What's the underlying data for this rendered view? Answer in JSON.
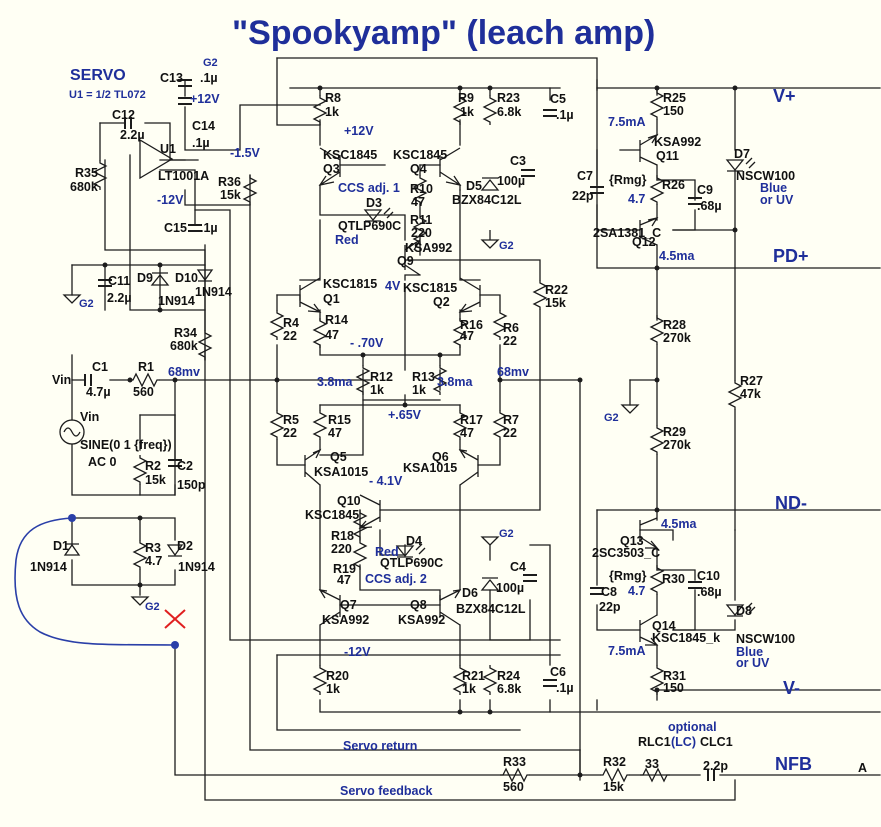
{
  "title": "\"Spookyamp\" (leach amp)",
  "servo": {
    "heading": "SERVO",
    "note": "U1 = 1/2 TL072"
  },
  "nets": {
    "v_plus": "V+",
    "pd_plus": "PD+",
    "nd_minus": "ND-",
    "v_minus": "V-",
    "nfb": "NFB",
    "a": "A",
    "vin": "Vin",
    "g2": "G2"
  },
  "voltages": {
    "plus12_top": "+12V",
    "plus12_mid": "+12V",
    "minus1_5": "-1.5V",
    "minus12_left": "-12V",
    "minus12_bottom": "-12V",
    "mv68_left": "68mv",
    "mv68_right": "68mv",
    "minus070": "- .70V",
    "plus065": "+.65V",
    "minus4_1": "- 4.1V",
    "v4": "4V",
    "ma3_8_left": "3.8ma",
    "ma3_8_right": "3.8ma",
    "ma7_5_top": "7.5mA",
    "ma4_5_top": "4.5ma",
    "ma4_5_bot": "4.5ma",
    "ma7_5_bot": "7.5mA"
  },
  "components": {
    "C13": {
      "ref": "C13",
      "val": ".1µ"
    },
    "C12": {
      "ref": "C12",
      "val": "2.2µ"
    },
    "C14": {
      "ref": "C14",
      "val": ".1µ"
    },
    "R35": {
      "ref": "R35",
      "val": "680k"
    },
    "U1": {
      "ref": "U1",
      "val": "LT1001A"
    },
    "R36": {
      "ref": "R36",
      "val": "15k"
    },
    "C15": {
      "ref": "C15",
      "val": ".1µ"
    },
    "C11": {
      "ref": "C11",
      "val": "2.2µ"
    },
    "D9": {
      "ref": "D9",
      "val": "1N914"
    },
    "D10": {
      "ref": "D10",
      "val": "1N914"
    },
    "R34": {
      "ref": "R34",
      "val": "680k"
    },
    "C1": {
      "ref": "C1",
      "val": "4.7µ"
    },
    "R1": {
      "ref": "R1",
      "val": "560"
    },
    "Vin": {
      "ref": "Vin",
      "val": "SINE(0 1 {freq})",
      "ac": "AC 0"
    },
    "R2": {
      "ref": "R2",
      "val": "15k"
    },
    "C2": {
      "ref": "C2",
      "val": "150p"
    },
    "D1": {
      "ref": "D1",
      "val": "1N914"
    },
    "R3": {
      "ref": "R3",
      "val": "4.7"
    },
    "D2": {
      "ref": "D2",
      "val": "1N914"
    },
    "R8": {
      "ref": "R8",
      "val": "1k"
    },
    "R9": {
      "ref": "R9",
      "val": "1k"
    },
    "R23": {
      "ref": "R23",
      "val": "6.8k"
    },
    "C5": {
      "ref": "C5",
      "val": ".1µ"
    },
    "Q3": {
      "ref": "Q3",
      "val": "KSC1845"
    },
    "Q4": {
      "ref": "Q4",
      "val": "KSC1845"
    },
    "C3": {
      "ref": "C3",
      "val": "100µ"
    },
    "R10": {
      "ref": "R10",
      "val": "47"
    },
    "D5": {
      "ref": "D5",
      "val": "BZX84C12L"
    },
    "D3": {
      "ref": "D3",
      "val": "QTLP690C",
      "color": "Red"
    },
    "R11": {
      "ref": "R11",
      "val": "220"
    },
    "Q9": {
      "ref": "Q9",
      "val": "KSA992"
    },
    "Q1": {
      "ref": "Q1",
      "val": "KSC1815"
    },
    "Q2": {
      "ref": "Q2",
      "val": "KSC1815"
    },
    "R22": {
      "ref": "R22",
      "val": "15k"
    },
    "R4": {
      "ref": "R4",
      "val": "22"
    },
    "R14": {
      "ref": "R14",
      "val": "47"
    },
    "R16": {
      "ref": "R16",
      "val": "47"
    },
    "R6": {
      "ref": "R6",
      "val": "22"
    },
    "R12": {
      "ref": "R12",
      "val": "1k"
    },
    "R13": {
      "ref": "R13",
      "val": "1k"
    },
    "R5": {
      "ref": "R5",
      "val": "22"
    },
    "R15": {
      "ref": "R15",
      "val": "47"
    },
    "R17": {
      "ref": "R17",
      "val": "47"
    },
    "R7": {
      "ref": "R7",
      "val": "22"
    },
    "Q5": {
      "ref": "Q5",
      "val": "KSA1015"
    },
    "Q6": {
      "ref": "Q6",
      "val": "KSA1015"
    },
    "Q10": {
      "ref": "Q10",
      "val": "KSC1845"
    },
    "R18": {
      "ref": "R18",
      "val": "220"
    },
    "D4": {
      "ref": "D4",
      "val": "QTLP690C",
      "color": "Red"
    },
    "R19": {
      "ref": "R19",
      "val": "47"
    },
    "C4": {
      "ref": "C4",
      "val": "100µ"
    },
    "D6": {
      "ref": "D6",
      "val": "BZX84C12L"
    },
    "Q7": {
      "ref": "Q7",
      "val": "KSA992"
    },
    "Q8": {
      "ref": "Q8",
      "val": "KSA992"
    },
    "R20": {
      "ref": "R20",
      "val": "1k"
    },
    "R21": {
      "ref": "R21",
      "val": "1k"
    },
    "R24": {
      "ref": "R24",
      "val": "6.8k"
    },
    "C6": {
      "ref": "C6",
      "val": ".1µ"
    },
    "R25": {
      "ref": "R25",
      "val": "150"
    },
    "Q11": {
      "ref": "Q11",
      "val": "KSA992"
    },
    "D7": {
      "ref": "D7",
      "val": "NSCW100",
      "color1": "Blue",
      "color2": "or UV"
    },
    "C7": {
      "ref": "C7",
      "val": "22p"
    },
    "R26": {
      "ref": "R26",
      "val": "4.7",
      "param": "{Rmg}"
    },
    "C9": {
      "ref": "C9",
      "val": ".68µ"
    },
    "Q12": {
      "ref": "Q12",
      "val": "2SA1381_C"
    },
    "R28": {
      "ref": "R28",
      "val": "270k"
    },
    "R27": {
      "ref": "R27",
      "val": "47k"
    },
    "R29": {
      "ref": "R29",
      "val": "270k"
    },
    "Q13": {
      "ref": "Q13",
      "val": "2SC3503_C"
    },
    "C8": {
      "ref": "C8",
      "val": "22p"
    },
    "R30": {
      "ref": "R30",
      "val": "4.7",
      "param": "{Rmg}"
    },
    "C10": {
      "ref": "C10",
      "val": ".68µ"
    },
    "Q14": {
      "ref": "Q14",
      "val": "KSC1845_k"
    },
    "D8": {
      "ref": "D8",
      "val": "NSCW100",
      "color1": "Blue",
      "color2": "or UV"
    },
    "R31": {
      "ref": "R31",
      "val": "150"
    },
    "R33": {
      "ref": "R33",
      "val": "560"
    },
    "R32": {
      "ref": "R32",
      "val": "15k"
    },
    "RLC1": {
      "ref": "RLC1",
      "val": "33",
      "note": "(LC)"
    },
    "CLC1": {
      "ref": "CLC1",
      "val": "2.2p"
    }
  },
  "annotations": {
    "ccs1": "CCS adj. 1",
    "ccs2": "CCS adj. 2",
    "optional": "optional",
    "servo_return": "Servo return",
    "servo_feedback": "Servo feedback"
  },
  "colors": {
    "wire": "#1c1c1c",
    "annotation": "#1f2f9a",
    "background": "#fffff4",
    "hand_drawn": "#2a3fa8",
    "cross": "#e02020"
  }
}
